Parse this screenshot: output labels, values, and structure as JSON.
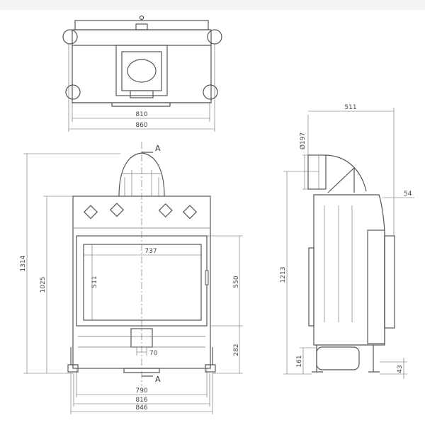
{
  "title": "Fireplace insert dimensional drawing",
  "top_view": {
    "dim_inner_width": "810",
    "dim_outer_width": "860"
  },
  "front_view": {
    "section_marker_top": "A",
    "section_marker_bottom": "A",
    "dim_total_height": "1314",
    "dim_body_height": "1025",
    "dim_glass_height": "511",
    "dim_glass_width": "737",
    "dim_door_height": "550",
    "dim_base_height": "282",
    "dim_air_inlet": "70",
    "dim_width_790": "790",
    "dim_width_816": "816",
    "dim_width_846": "846"
  },
  "side_view": {
    "dim_depth": "511",
    "dim_flue_diameter": "Ø197",
    "dim_flue_height": "1213",
    "dim_front_offset": "54",
    "dim_leg_height": "161",
    "dim_foot_height": "43"
  }
}
